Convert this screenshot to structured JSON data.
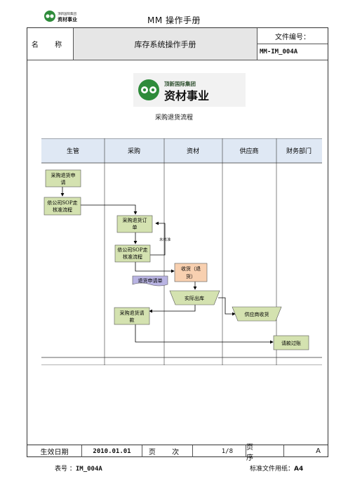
{
  "header": {
    "title": "MM 操作手册",
    "logo_small_text": "顶新国际集团",
    "logo_main_text": "资材事业"
  },
  "info_table": {
    "name_label": "名 称",
    "doc_title": "库存系统操作手册",
    "file_no_label": "文件编号：",
    "file_no_value": "MM-IM_004A"
  },
  "logo": {
    "group_name": "顶新国际集团",
    "division": "资材事业"
  },
  "flow": {
    "subtitle": "采购退货流程",
    "lanes": [
      "生管",
      "采购",
      "资材",
      "供应商",
      "财务部门"
    ],
    "steps": {
      "s1": "采购退货申请",
      "s2": "依公司SOP走核准流程",
      "s3": "采购退货订单",
      "s4": "依公司SOP走核准流程",
      "s5": "收货（退货）",
      "s6": "退货申请单",
      "s7": "实际出库",
      "s8": "采购退货请款",
      "s9": "供应商收货",
      "s10": "请款过账",
      "reject": "未核准"
    }
  },
  "footer_table": {
    "effective_label": "生效日期",
    "effective_value": "2010.01.01",
    "page_label": "页 次",
    "page_value": "1/8",
    "seq_label": "页 序",
    "seq_value": "A"
  },
  "bottom": {
    "form_label": "表号 ：",
    "form_value": "IM_004A",
    "paper_label": "标准文件用纸：",
    "paper_value": "A4"
  }
}
